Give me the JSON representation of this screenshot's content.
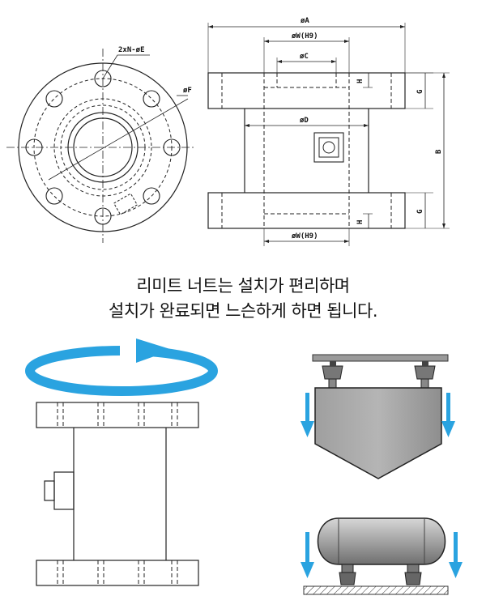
{
  "drawing_labels": {
    "A": "øA",
    "W_top": "øW(H9)",
    "C": "øC",
    "D": "øD",
    "W_bottom": "øW(H9)",
    "E": "2xN-øE",
    "F": "øF",
    "H_top": "H",
    "H_bottom": "H",
    "G_top": "G",
    "G_bottom": "G",
    "B": "B"
  },
  "caption": {
    "line1": "리미트 너트는 설치가 편리하며",
    "line2": "설치가 완료되면 느슨하게 하면 됩니다."
  },
  "colors": {
    "rotation_arrow": "#2aa3e0",
    "down_arrow": "#2aa3e0",
    "line": "#222222",
    "hopper_body": "#a9a9a9",
    "tank_body": "#9c9c9c",
    "support_bar": "#9a9a9a"
  }
}
